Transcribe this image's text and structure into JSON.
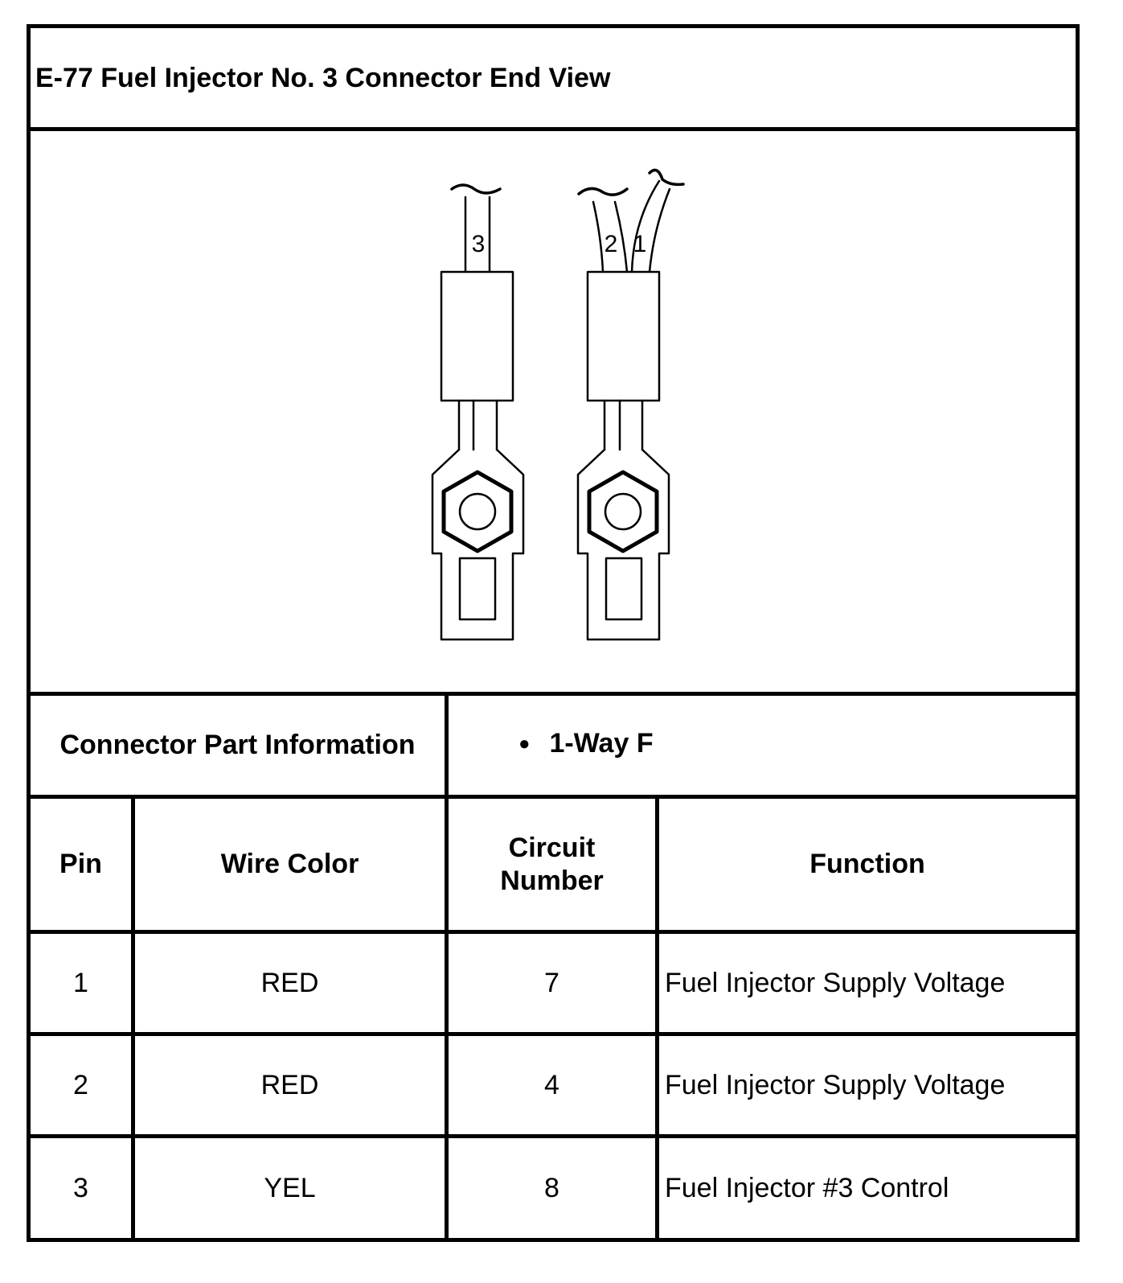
{
  "title": "E-77 Fuel Injector No. 3 Connector End View",
  "diagram": {
    "wire_labels": [
      "3",
      "2",
      "1"
    ]
  },
  "part_info": {
    "label": "Connector Part Information",
    "items": [
      "1-Way F"
    ]
  },
  "table": {
    "headers": {
      "pin": "Pin",
      "wire_color": "Wire Color",
      "circuit_line1": "Circuit",
      "circuit_line2": "Number",
      "function": "Function"
    },
    "rows": [
      {
        "pin": "1",
        "wire_color": "RED",
        "circuit": "7",
        "function": "Fuel Injector Supply Voltage"
      },
      {
        "pin": "2",
        "wire_color": "RED",
        "circuit": "4",
        "function": "Fuel Injector Supply Voltage"
      },
      {
        "pin": "3",
        "wire_color": "YEL",
        "circuit": "8",
        "function": "Fuel Injector #3 Control"
      }
    ]
  }
}
